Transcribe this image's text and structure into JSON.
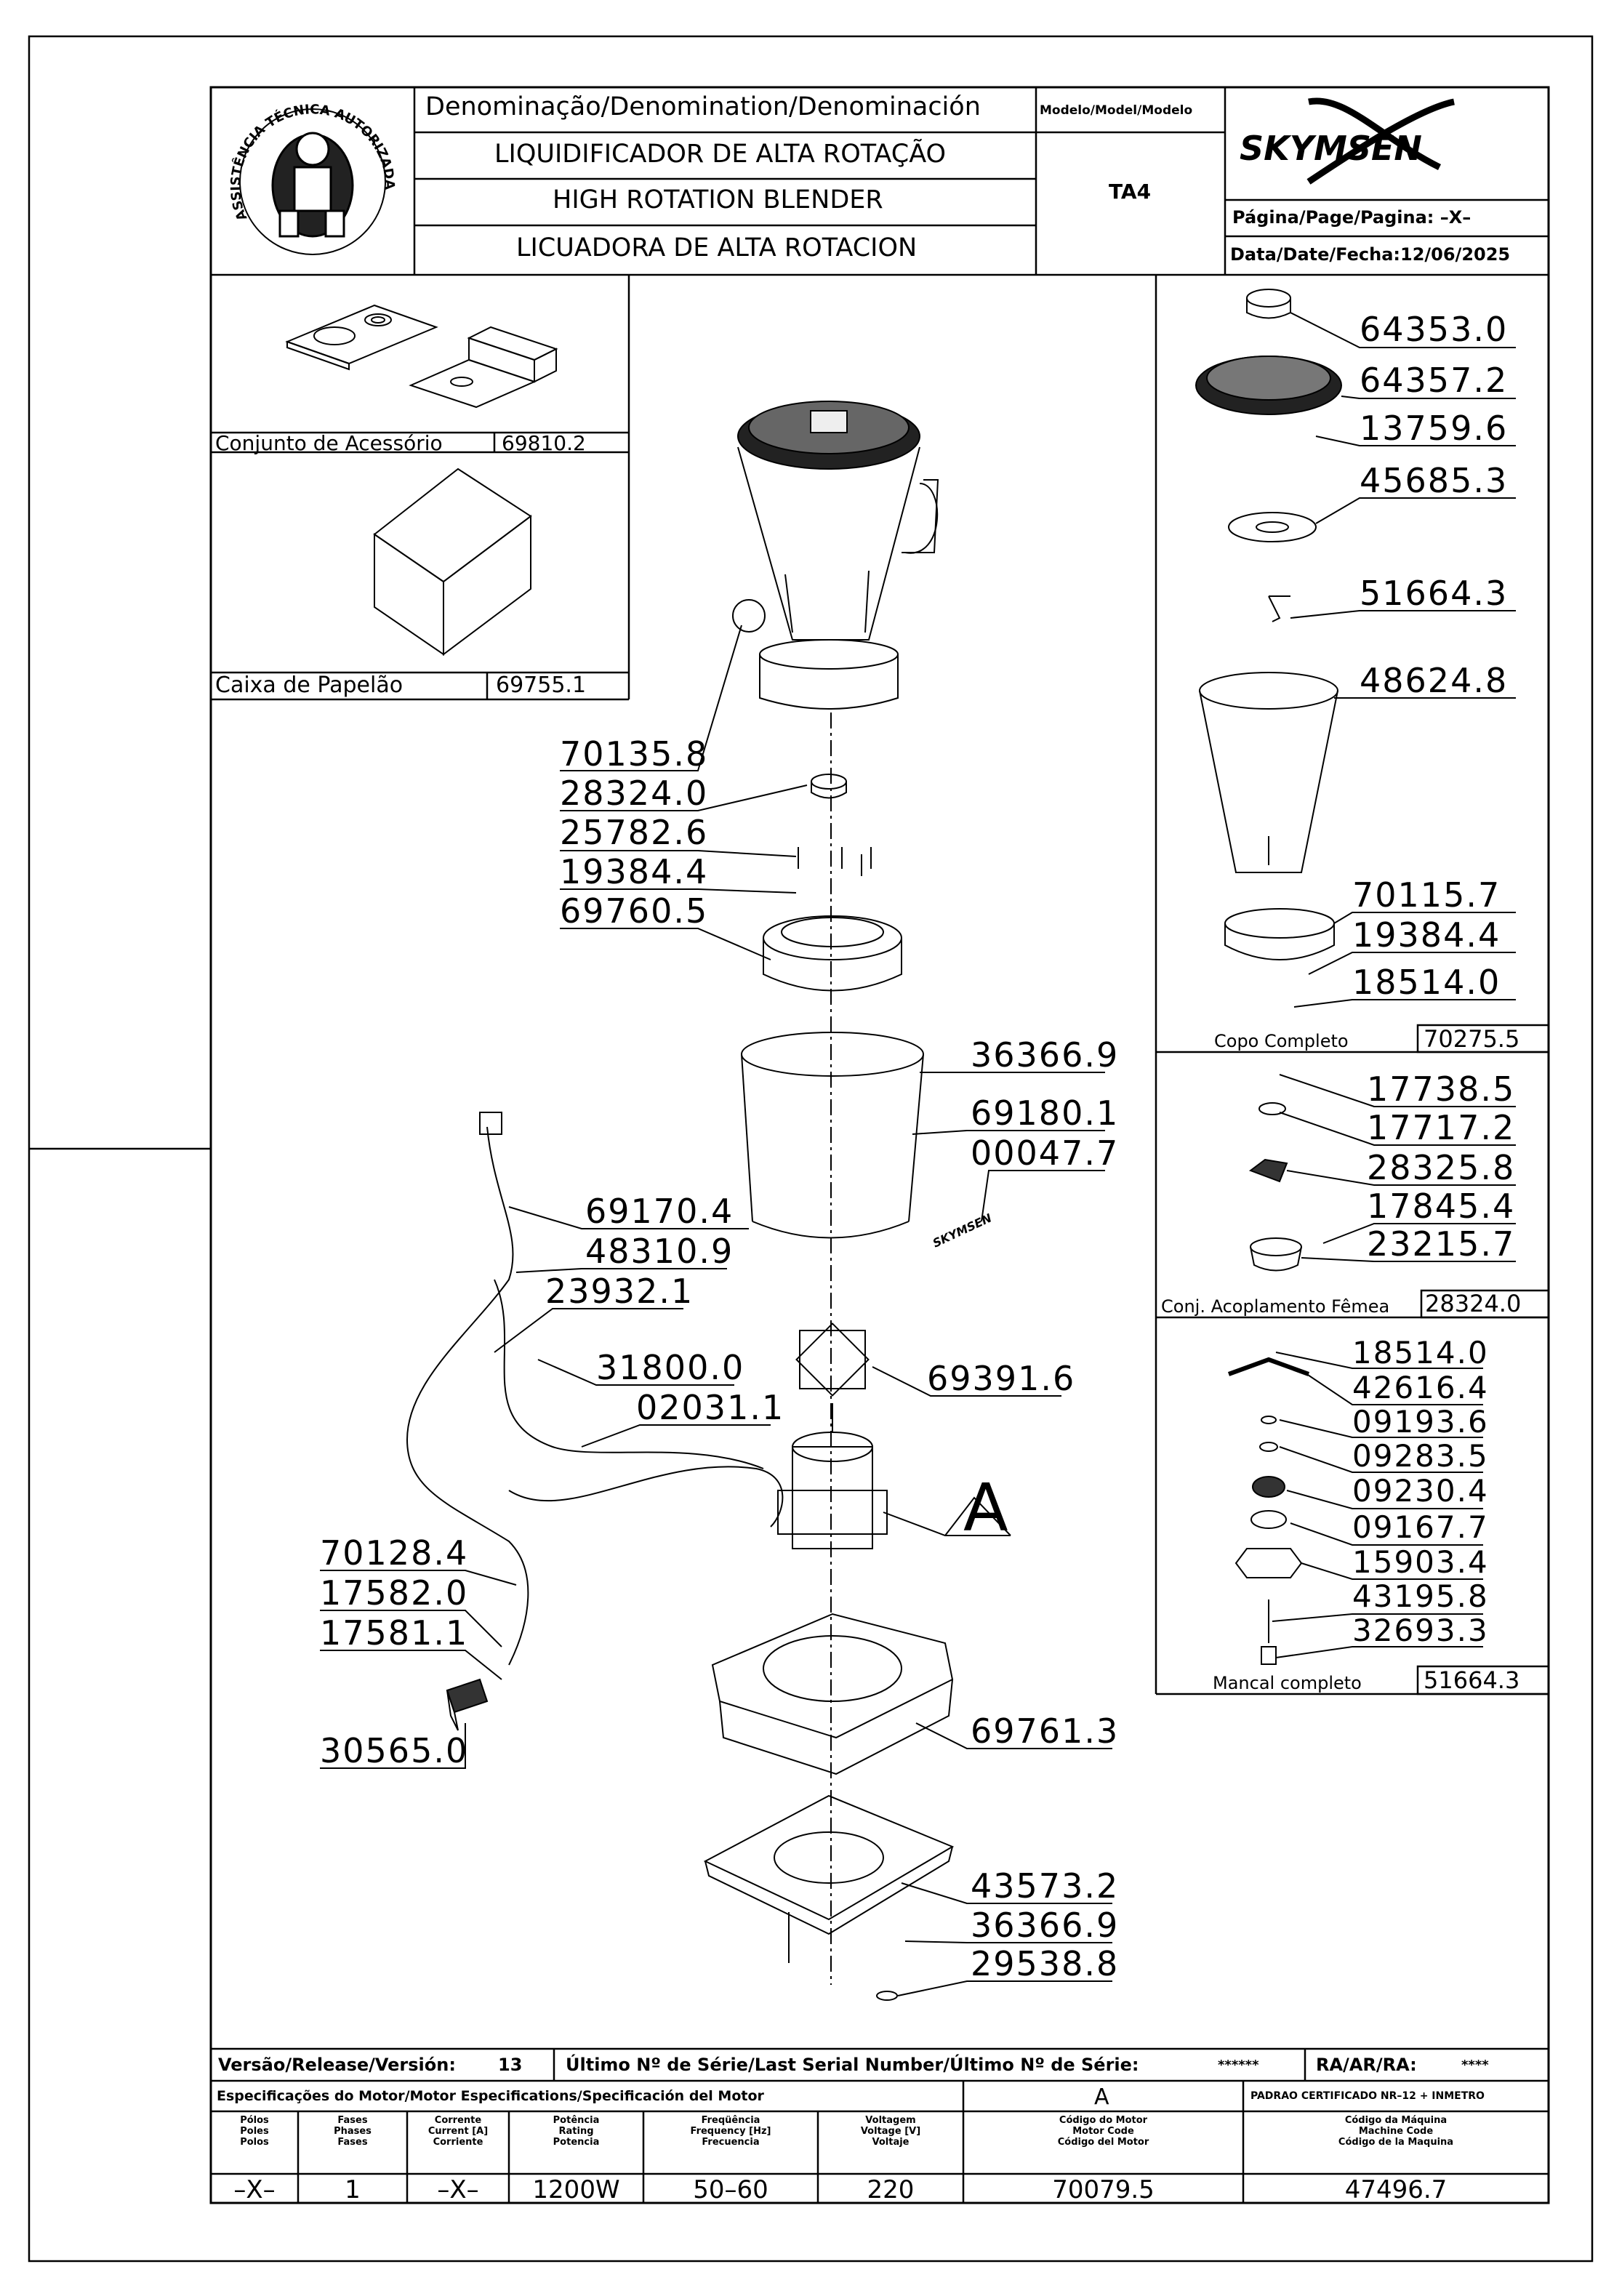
{
  "header": {
    "denomination_title": "Denominação/Denomination/Denominación",
    "name_pt": "LIQUIDIFICADOR DE ALTA ROTAÇÃO",
    "name_en": "HIGH ROTATION BLENDER",
    "name_es": "LICUADORA DE ALTA ROTACION",
    "model_title": "Modelo/Model/Modelo",
    "model_value": "TA4",
    "brand": "SKYMSEN",
    "page_label": "Página/Page/Pagina: –X–",
    "date_label": "Data/Date/Fecha:12/06/2025",
    "seal_text_top": "ASSISTÊNCIA TÉCNICA AUTORIZADA"
  },
  "accessories": {
    "kit_label": "Conjunto de Acessório",
    "kit_code": "69810.2",
    "box_label": "Caixa de Papelão",
    "box_code": "69755.1"
  },
  "main_parts": {
    "p70135": "70135.8",
    "p28324": "28324.0",
    "p25782": "25782.6",
    "p19384": "19384.4",
    "p69760": "69760.5",
    "p36366a": "36366.9",
    "p69180": "69180.1",
    "p00047": "00047.7",
    "p69170": "69170.4",
    "p48310": "48310.9",
    "p23932": "23932.1",
    "p31800": "31800.0",
    "p69391": "69391.6",
    "p02031": "02031.1",
    "motor_ref": "A",
    "p70128": "70128.4",
    "p17582": "17582.0",
    "p17581": "17581.1",
    "p30565": "30565.0",
    "p69761": "69761.3",
    "p43573": "43573.2",
    "p36366b": "36366.9",
    "p29538": "29538.8",
    "housing_logo": "SKYMSEN"
  },
  "copo": {
    "parts": [
      "64353.0",
      "64357.2",
      "13759.6",
      "45685.3",
      "51664.3",
      "48624.8",
      "70115.7",
      "19384.4",
      "18514.0"
    ],
    "label": "Copo Completo",
    "code": "70275.5"
  },
  "acoplamento": {
    "parts": [
      "17738.5",
      "17717.2",
      "28325.8",
      "17845.4",
      "23215.7"
    ],
    "label": "Conj. Acoplamento Fêmea",
    "code": "28324.0"
  },
  "mancal": {
    "parts": [
      "18514.0",
      "42616.4",
      "09193.6",
      "09283.5",
      "09230.4",
      "09167.7",
      "15903.4",
      "43195.8",
      "32693.3"
    ],
    "label": "Mancal completo",
    "code": "51664.3"
  },
  "footer": {
    "version_label": "Versão/Release/Versión:",
    "version_value": "13",
    "serial_label": "Último Nº de Série/Last Serial Number/Último Nº de Série:",
    "serial_value": "******",
    "ra_label": "RA/AR/RA:",
    "ra_value": "****",
    "motor_spec_label": "Especificações do Motor/Motor Especifications/Specificación del Motor",
    "motor_spec_value": "A",
    "cert_label": "PADRAO CERTIFICADO NR–12 + INMETRO",
    "columns": [
      {
        "head": "Pólos\nPoles\nPolos",
        "value": "–X–"
      },
      {
        "head": "Fases\nPhases\nFases",
        "value": "1"
      },
      {
        "head": "Corrente\nCurrent [A]\nCorriente",
        "value": "–X–"
      },
      {
        "head": "Potência\nRating\nPotencia",
        "value": "1200W"
      },
      {
        "head": "Freqüência\nFrequency [Hz]\nFrecuencia",
        "value": "50–60"
      },
      {
        "head": "Voltagem\nVoltage [V]\nVoltaje",
        "value": "220"
      },
      {
        "head": "Código do Motor\nMotor Code\nCódigo del Motor",
        "value": "70079.5"
      },
      {
        "head": "Código da Máquina\nMachine Code\nCódigo de la Maquina",
        "value": "47496.7"
      }
    ]
  }
}
